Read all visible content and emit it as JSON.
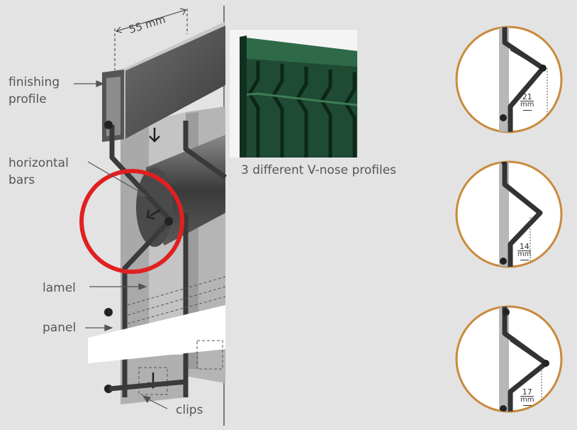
{
  "dimension": {
    "top_width": "55 mm"
  },
  "labels": {
    "finishing_profile": "finishing\nprofile",
    "horizontal_bars": "horizontal\nbars",
    "lamel": "lamel",
    "panel": "panel",
    "clips": "clips"
  },
  "photo": {
    "caption": "3 different V-nose profiles"
  },
  "profiles": [
    {
      "depth": "21",
      "unit": "mm"
    },
    {
      "depth": "14",
      "unit": "mm"
    },
    {
      "depth": "17",
      "unit": "mm"
    }
  ],
  "colors": {
    "background": "#e3e3e3",
    "highlight_circle": "#e02020",
    "detail_ring": "#c98a3c",
    "panel_green": "#1f4a33",
    "wire": "#3a3a3a"
  }
}
